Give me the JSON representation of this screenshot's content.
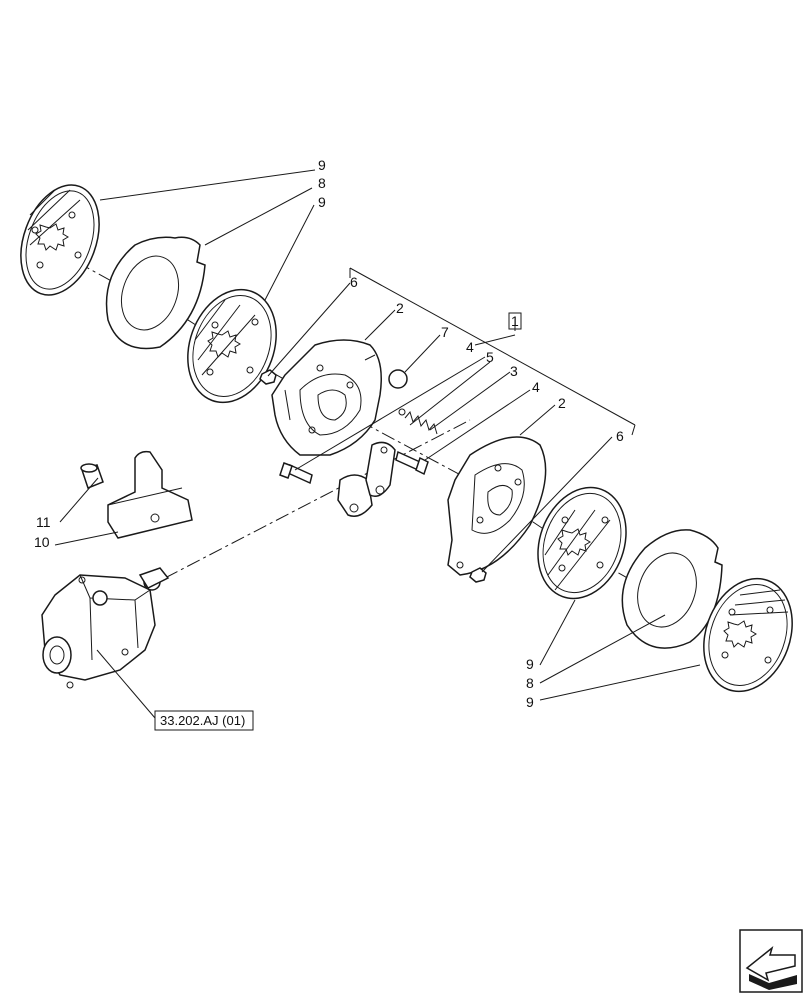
{
  "callouts": {
    "c9a": "9",
    "c8a": "8",
    "c9b": "9",
    "c6a": "6",
    "c2a": "2",
    "c7": "7",
    "c1": "1",
    "c4a": "4",
    "c5": "5",
    "c3": "3",
    "c4b": "4",
    "c2b": "2",
    "c6b": "6",
    "c11": "11",
    "c10": "10",
    "c9c": "9",
    "c8b": "8",
    "c9d": "9"
  },
  "reference": {
    "label": "33.202.AJ (01)"
  },
  "nav": {
    "icon": "next-page-arrow-icon"
  }
}
